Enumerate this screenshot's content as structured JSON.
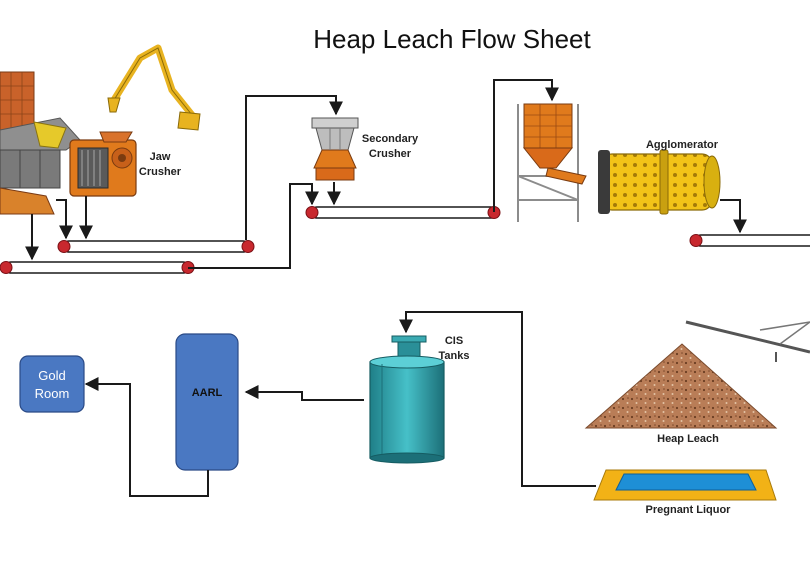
{
  "title": "Heap Leach Flow Sheet",
  "labels": {
    "jaw_crusher": [
      "Jaw",
      "Crusher"
    ],
    "secondary_crusher": [
      "Secondary",
      "Crusher"
    ],
    "agglomerator": "Agglomerator",
    "cis_tanks": [
      "CIS",
      "Tanks"
    ],
    "aarl": "AARL",
    "gold_room": [
      "Gold",
      "Room"
    ],
    "heap_leach": "Heap Leach",
    "pregnant_liquor": "Pregnant Liquor"
  },
  "colors": {
    "crusher_orange": "#e07a1c",
    "excavator_yellow": "#e8b320",
    "agglomerator_yellow": "#f2c318",
    "box_blue": "#4a78c2",
    "tank_teal": "#2a9fa8",
    "heap_brown": "#a86a45",
    "liquor_blue": "#1e8fd6",
    "roller_red": "#c8282e"
  }
}
